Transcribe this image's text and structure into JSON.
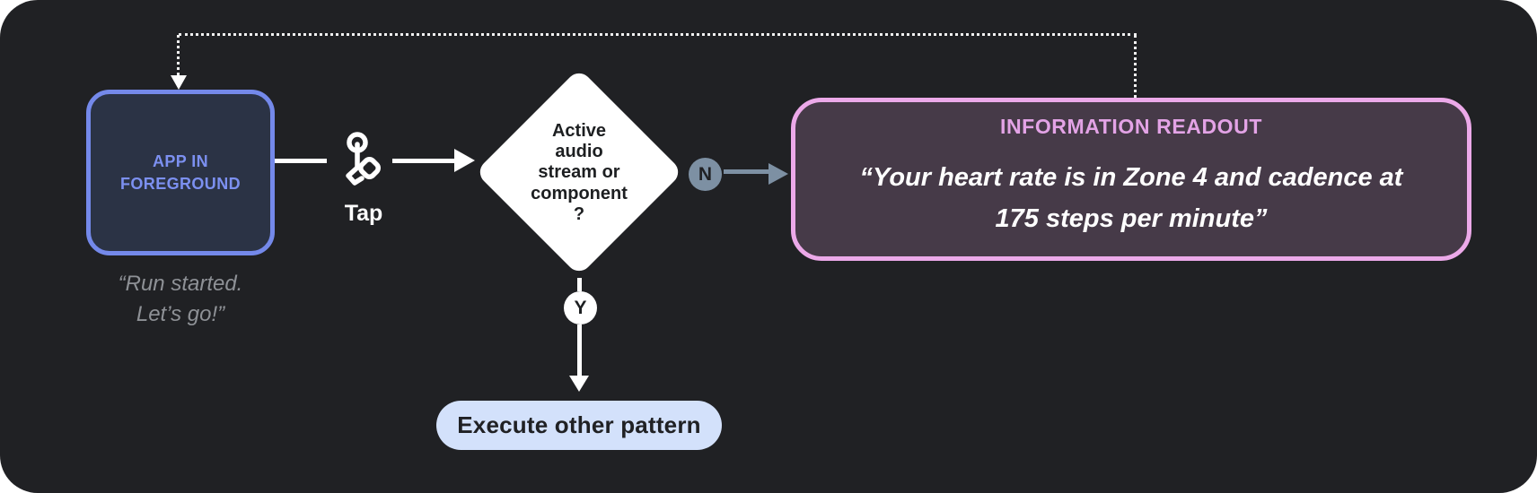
{
  "diagram": {
    "nodes": {
      "app_box": {
        "label": "APP IN\nFOREGROUND",
        "caption": "“Run started.\nLet’s go!”"
      },
      "tap": {
        "label": "Tap",
        "icon": "tap-gesture-icon"
      },
      "decision": {
        "label": "Active\naudio\nstream or\ncomponent\n?"
      },
      "no_branch": {
        "label": "N"
      },
      "yes_branch": {
        "label": "Y"
      },
      "readout": {
        "title": "INFORMATION READOUT",
        "quote": "“Your heart rate is in Zone 4 and cadence at\n175 steps per minute”"
      },
      "execute": {
        "label": "Execute other pattern"
      }
    },
    "colors": {
      "panel_bg": "#202124",
      "app_box_border": "#7489EA",
      "app_box_fill": "#2B3345",
      "app_box_text": "#7C90F0",
      "caption_text": "#8E9196",
      "diamond_fill": "#FFFFFF",
      "readout_border": "#ECA9E9",
      "readout_fill": "#463A48",
      "readout_title": "#E3A3E6",
      "pill_fill": "#D3E1FB",
      "pill_text": "#202124",
      "no_branch_accent": "#7D90A3",
      "arrow_white": "#FFFFFF"
    }
  }
}
